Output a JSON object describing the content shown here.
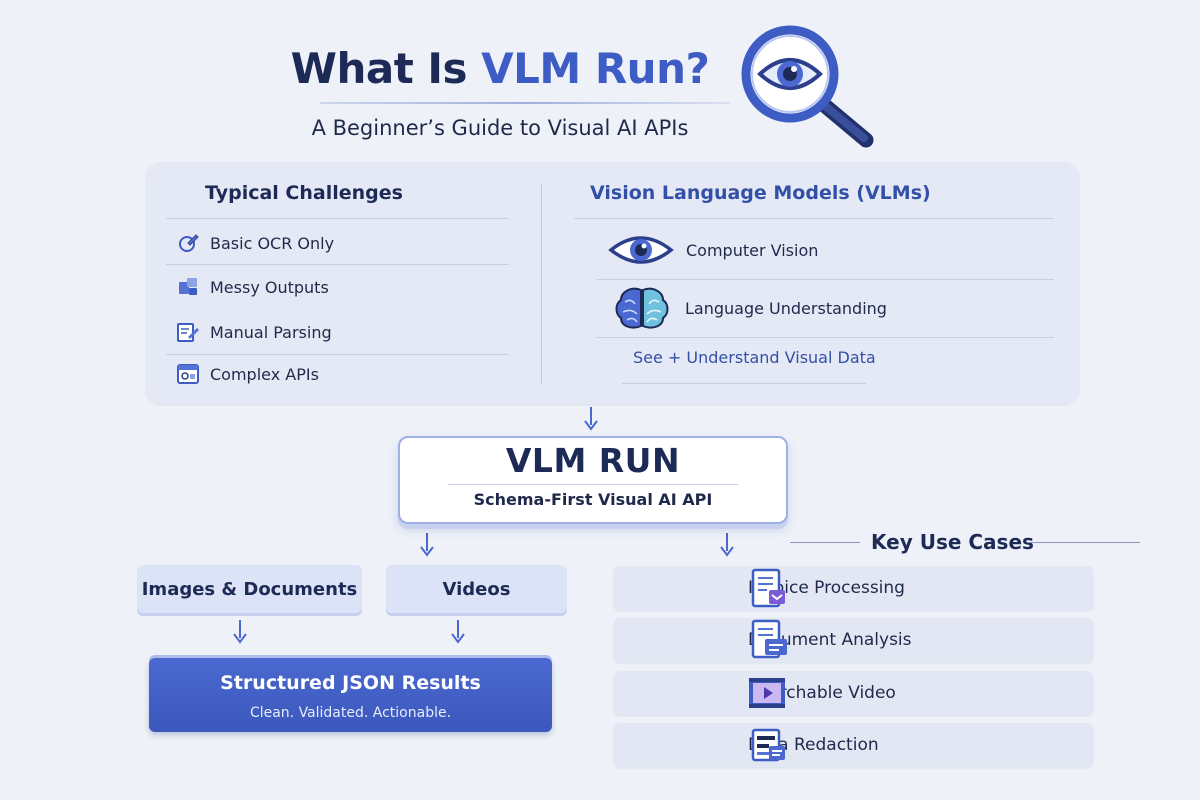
{
  "header": {
    "title_prefix": "What Is ",
    "title_accent": "VLM Run?",
    "subtitle": "A Beginner’s Guide to Visual AI APIs"
  },
  "challenges": {
    "heading": "Typical Challenges",
    "items": [
      {
        "label": "Basic OCR Only",
        "icon": "pen-icon"
      },
      {
        "label": "Messy Outputs",
        "icon": "puzzle-icon"
      },
      {
        "label": "Manual Parsing",
        "icon": "edit-document-icon"
      },
      {
        "label": "Complex APIs",
        "icon": "api-window-icon"
      }
    ]
  },
  "vlms": {
    "heading": "Vision Language Models (VLMs)",
    "items": [
      {
        "label": "Computer Vision",
        "icon": "eye-icon"
      },
      {
        "label": "Language Understanding",
        "icon": "brain-icon"
      }
    ],
    "summary": "See + Understand Visual Data"
  },
  "product": {
    "name": "VLM RUN",
    "tagline": "Schema-First Visual AI API"
  },
  "inputs": {
    "images": "Images & Documents",
    "videos": "Videos"
  },
  "results": {
    "title": "Structured JSON Results",
    "subtitle": "Clean. Validated. Actionable."
  },
  "use_cases": {
    "heading": "Key Use Cases",
    "items": [
      {
        "label": "Invoice Processing",
        "icon": "invoice-icon"
      },
      {
        "label": "Document Analysis",
        "icon": "document-analysis-icon"
      },
      {
        "label": "Searchable Video",
        "icon": "video-icon"
      },
      {
        "label": "Data Redaction",
        "icon": "redaction-icon"
      }
    ]
  },
  "colors": {
    "accent": "#3d5cc4",
    "navy": "#1c2a55",
    "background": "#eef1f8",
    "panel": "#e5e9f5"
  }
}
